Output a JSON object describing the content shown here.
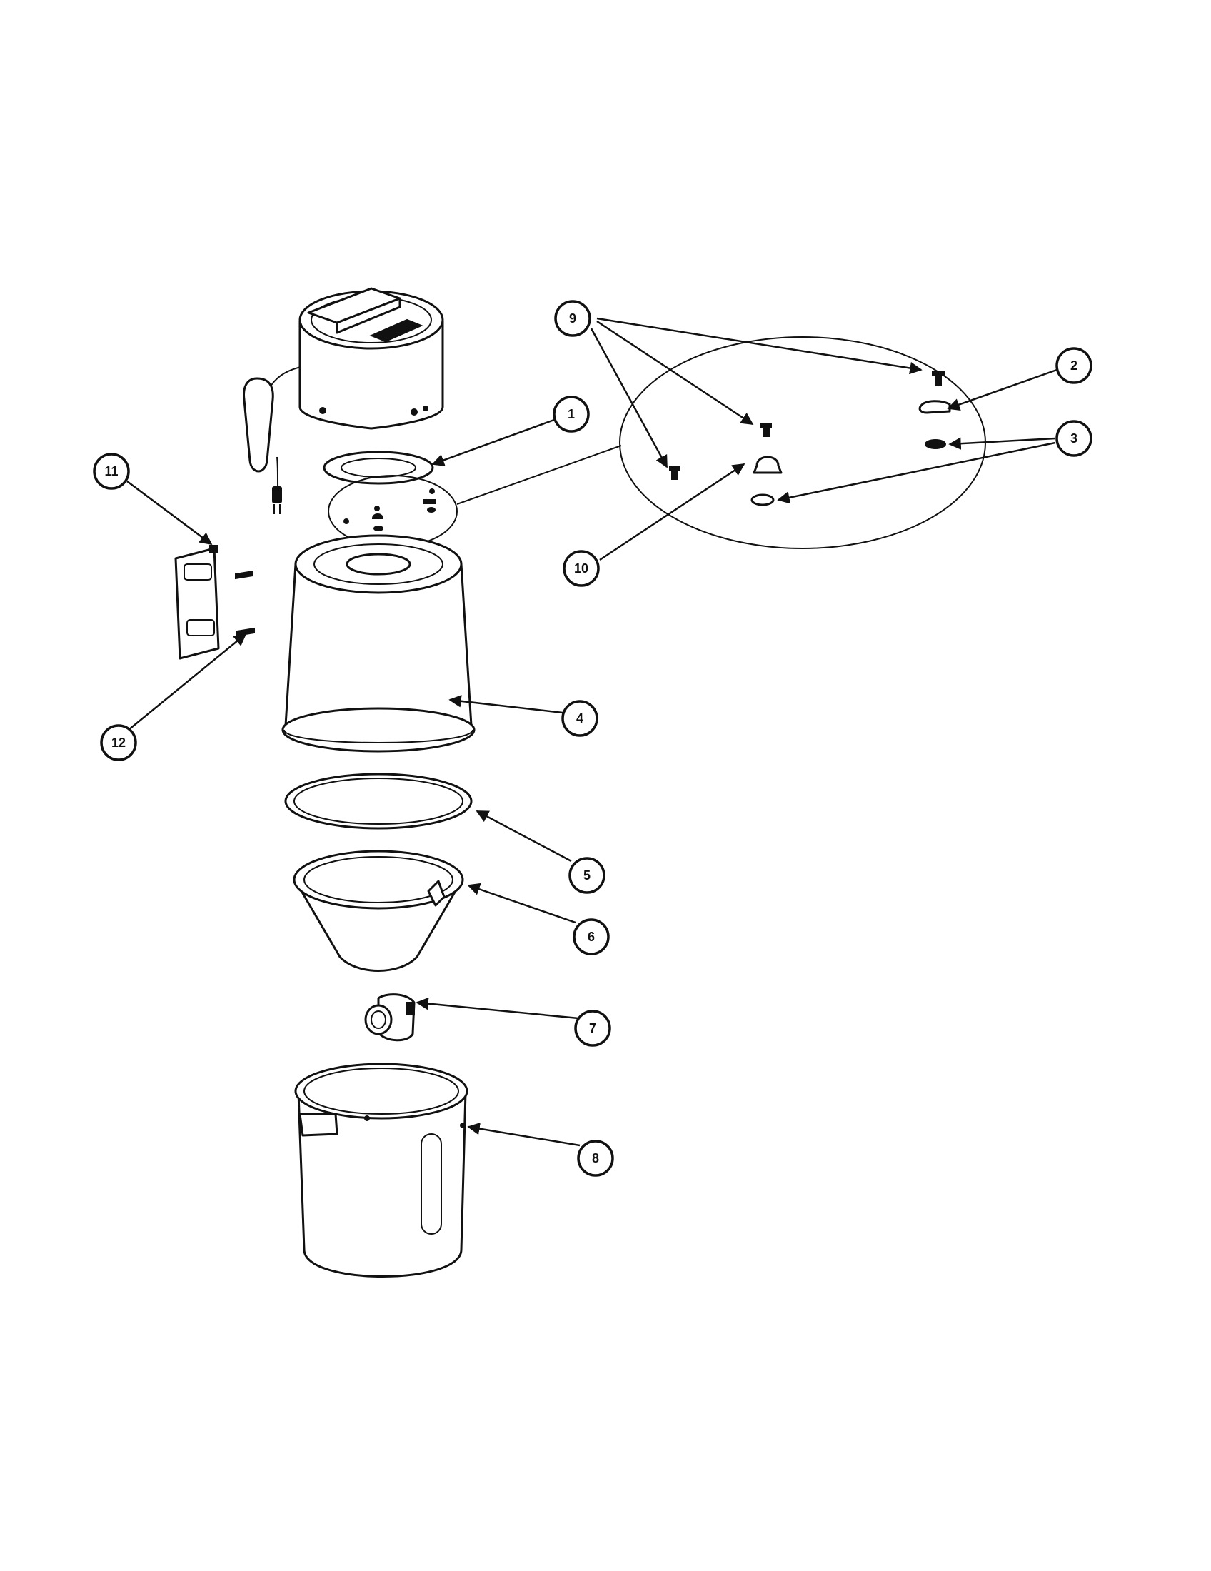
{
  "diagram": {
    "type": "exploded-parts-view",
    "line_color": "#111111",
    "background": "#ffffff",
    "callouts": [
      {
        "id": "c1",
        "label": "1"
      },
      {
        "id": "c2",
        "label": "2"
      },
      {
        "id": "c3",
        "label": "3"
      },
      {
        "id": "c4",
        "label": "4"
      },
      {
        "id": "c5",
        "label": "5"
      },
      {
        "id": "c6",
        "label": "6"
      },
      {
        "id": "c7",
        "label": "7"
      },
      {
        "id": "c8",
        "label": "8"
      },
      {
        "id": "c9",
        "label": "9"
      },
      {
        "id": "c10",
        "label": "10"
      },
      {
        "id": "c11",
        "label": "11"
      },
      {
        "id": "c12",
        "label": "12"
      }
    ]
  }
}
